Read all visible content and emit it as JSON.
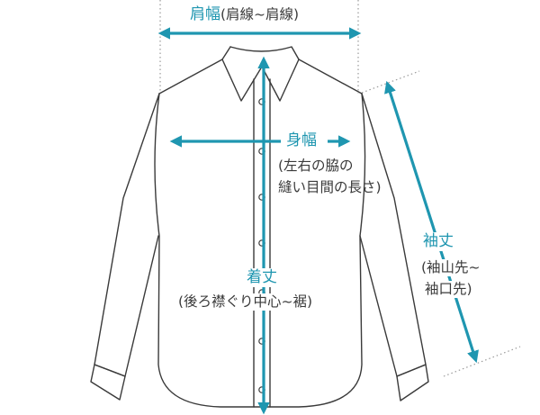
{
  "labels": {
    "shoulder_title": "肩幅",
    "shoulder_desc": "(肩線~肩線)",
    "chest_title": "身幅",
    "chest_desc_1": "(左右の脇の",
    "chest_desc_2": "縫い目間の長さ)",
    "sleeve_title": "袖丈",
    "sleeve_desc_1": "(袖山先~",
    "sleeve_desc_2": "袖口先)",
    "length_title": "着丈",
    "length_desc": "(後ろ襟ぐり中心~裾)"
  },
  "colors": {
    "accent": "#1f96b0",
    "outline": "#3a3a3a",
    "guide": "#9a9a9a",
    "text": "#3a3a3a"
  }
}
